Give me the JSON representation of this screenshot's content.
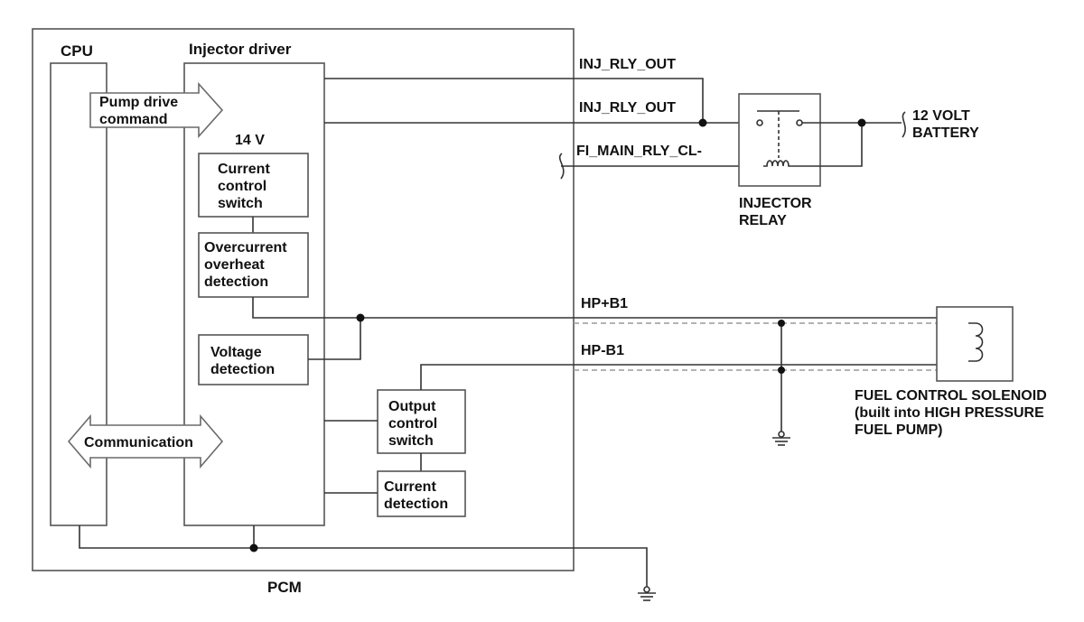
{
  "blocks": {
    "cpu": "CPU",
    "injector_driver": "Injector driver",
    "pcm": "PCM",
    "pump_drive_command": [
      "Pump drive",
      "command"
    ],
    "communication": "Communication",
    "fourteen_volt": "14 V",
    "current_control_switch": [
      "Current",
      "control",
      "switch"
    ],
    "overcurrent_overheat_detection": [
      "Overcurrent",
      "overheat",
      "detection"
    ],
    "voltage_detection": [
      "Voltage",
      "detection"
    ],
    "output_control_switch": [
      "Output",
      "control",
      "switch"
    ],
    "current_detection": [
      "Current",
      "detection"
    ]
  },
  "signals": {
    "inj_rly_out_1": "INJ_RLY_OUT",
    "inj_rly_out_2": "INJ_RLY_OUT",
    "fi_main_rly_cl": "FI_MAIN_RLY_CL-",
    "hp_plus_b1": "HP+B1",
    "hp_minus_b1": "HP-B1"
  },
  "components": {
    "battery": [
      "12 VOLT",
      "BATTERY"
    ],
    "injector_relay": [
      "INJECTOR",
      "RELAY"
    ],
    "fuel_control_solenoid": [
      "FUEL CONTROL SOLENOID",
      "(built into HIGH PRESSURE",
      "FUEL PUMP)"
    ]
  },
  "colors": {
    "wire": "#333333",
    "box_border": "#555555",
    "shield": "#9a9a9a",
    "text": "#111111"
  }
}
